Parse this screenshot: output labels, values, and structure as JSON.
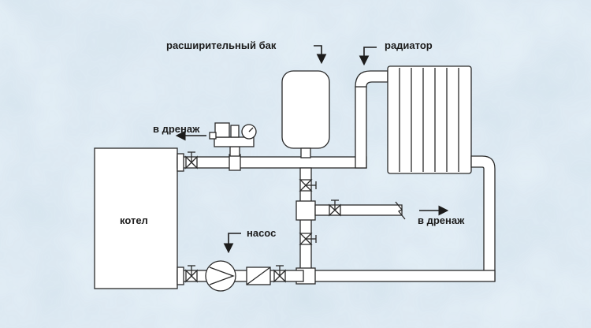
{
  "labels": {
    "expansion_tank": "расширительный бак",
    "radiator": "радиатор",
    "drain_left": "в дренаж",
    "drain_right": "в дренаж",
    "boiler": "котел",
    "pump": "насос"
  },
  "colors": {
    "background": "#d9e6ef",
    "pipe_fill": "#ffffff",
    "stroke": "#2a2a2a",
    "text": "#1c1c1c"
  },
  "icons": {
    "arrow": "arrow-icon",
    "valve": "ball-valve-icon",
    "pump": "pump-icon",
    "gauge": "pressure-gauge-icon"
  }
}
